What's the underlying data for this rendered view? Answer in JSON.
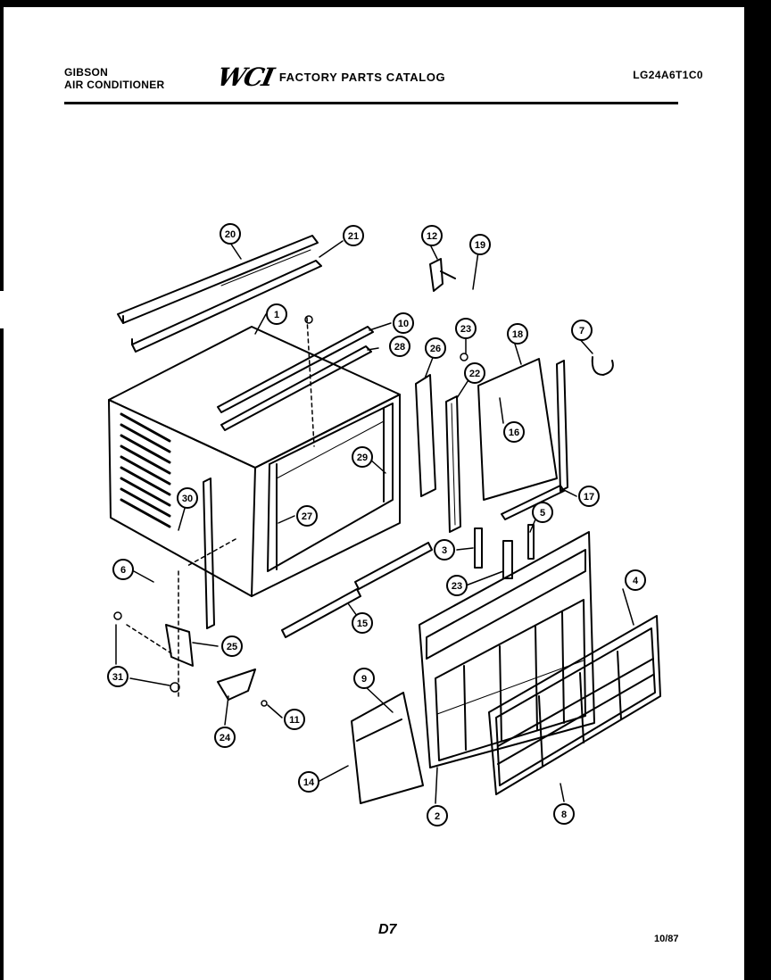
{
  "header": {
    "brand": "GIBSON",
    "product": "AIR CONDITIONER",
    "logo": "WCI",
    "catalog_title": "FACTORY PARTS CATALOG",
    "model": "LG24A6T1C0"
  },
  "footer": {
    "page": "D7",
    "date": "10/87"
  },
  "callouts": [
    "20",
    "21",
    "12",
    "19",
    "1",
    "10",
    "28",
    "23",
    "18",
    "26",
    "22",
    "16",
    "7",
    "29",
    "27",
    "17",
    "30",
    "5",
    "3",
    "23",
    "4",
    "15",
    "6",
    "25",
    "31",
    "8",
    "11",
    "24",
    "14",
    "2",
    "9"
  ],
  "colors": {
    "ink": "#000000",
    "paper": "#ffffff"
  }
}
